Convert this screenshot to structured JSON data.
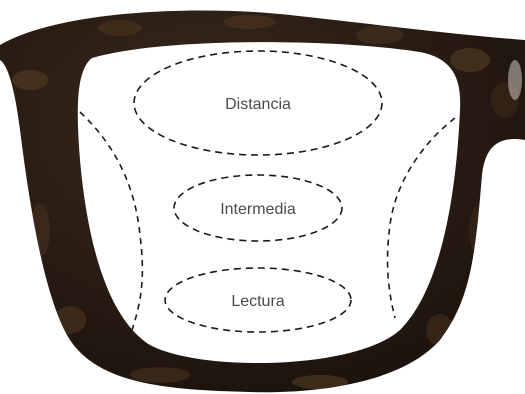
{
  "zones": {
    "distance_label": "Distancia",
    "intermediate_label": "Intermedia",
    "reading_label": "Lectura"
  },
  "colors": {
    "frame_dark": "#1c130e",
    "frame_mid": "#2e2016",
    "frame_spot": "#4a3520",
    "lens": "#ffffff",
    "dashed_line": "#1a1a1a",
    "label_text": "#4a4a4a"
  }
}
